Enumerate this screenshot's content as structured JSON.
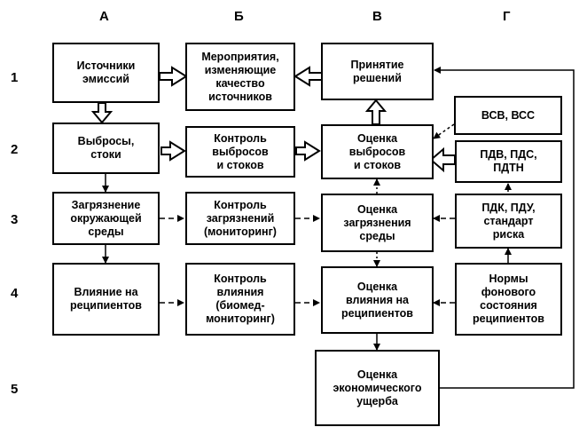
{
  "columns": [
    "А",
    "Б",
    "В",
    "Г"
  ],
  "rows": [
    "1",
    "2",
    "3",
    "4",
    "5"
  ],
  "boxes": {
    "a1": "Источники\nэмиссий",
    "b1": "Мероприятия,\nизменяющие\nкачество\nисточников",
    "v1": "Принятие\nрешений",
    "a2": "Выбросы,\nстоки",
    "b2": "Контроль\nвыбросов\nи стоков",
    "v2": "Оценка\nвыбросов\nи стоков",
    "g2a": "ВСВ, ВСС",
    "g2b": "ПДВ, ПДС,\nПДТН",
    "a3": "Загрязнение\nокружающей\nсреды",
    "b3": "Контроль\nзагрязнений\n(мониторинг)",
    "v3": "Оценка\nзагрязнения\nсреды",
    "g3": "ПДК, ПДУ,\nстандарт\nриска",
    "a4": "Влияние на\nреципиентов",
    "b4": "Контроль\nвлияния\n(биомед-\nмониторинг)",
    "v4": "Оценка\nвлияния на\nреципиентов",
    "g4": "Нормы\nфонового\nсостояния\nреципиентов",
    "v5": "Оценка\nэкономического\nущерба"
  }
}
